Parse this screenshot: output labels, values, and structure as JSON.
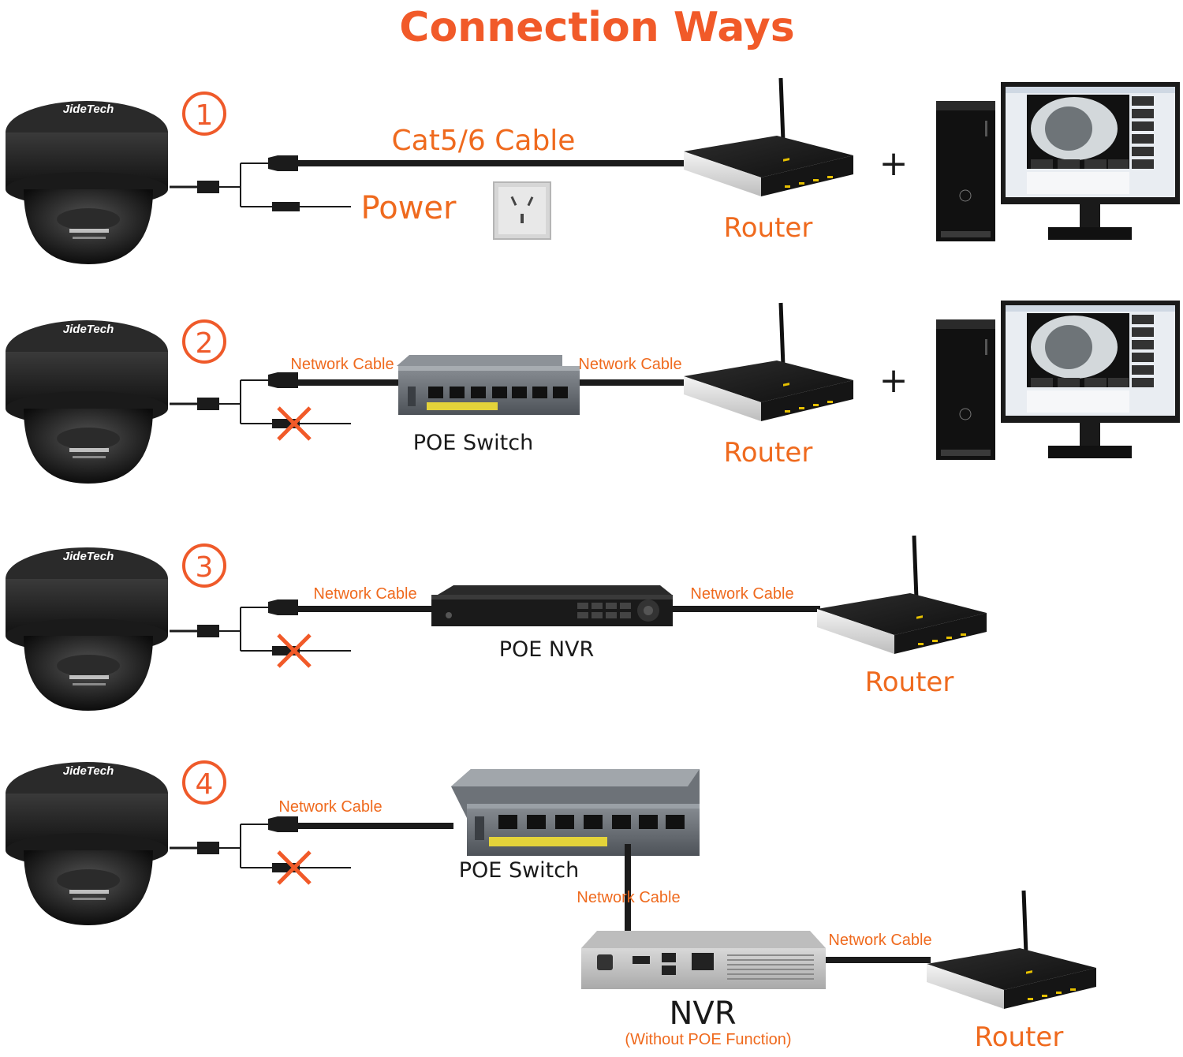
{
  "title": "Connection Ways",
  "brand": "JideTech",
  "colors": {
    "accent": "#ef6a1e",
    "title": "#f15a29",
    "cable": "#1b1b1b",
    "cross": "#f15a29"
  },
  "sections": [
    {
      "number": "①",
      "cable_label": "Cat5/6 Cable",
      "power_label": "Power",
      "router_label": "Router",
      "plus": "+"
    },
    {
      "number": "②",
      "cable_left_label": "Network Cable",
      "cable_right_label": "Network Cable",
      "device_label": "POE Switch",
      "router_label": "Router",
      "plus": "+"
    },
    {
      "number": "③",
      "cable_left_label": "Network Cable",
      "cable_right_label": "Network Cable",
      "device_label": "POE NVR",
      "router_label": "Router"
    },
    {
      "number": "④",
      "cable_left_label": "Network Cable",
      "device_label": "POE Switch",
      "cable_down_label": "Network Cable",
      "nvr_label": "NVR",
      "nvr_sub_label": "(Without POE Function)",
      "cable_right_label": "Network Cable",
      "router_label": "Router"
    }
  ]
}
